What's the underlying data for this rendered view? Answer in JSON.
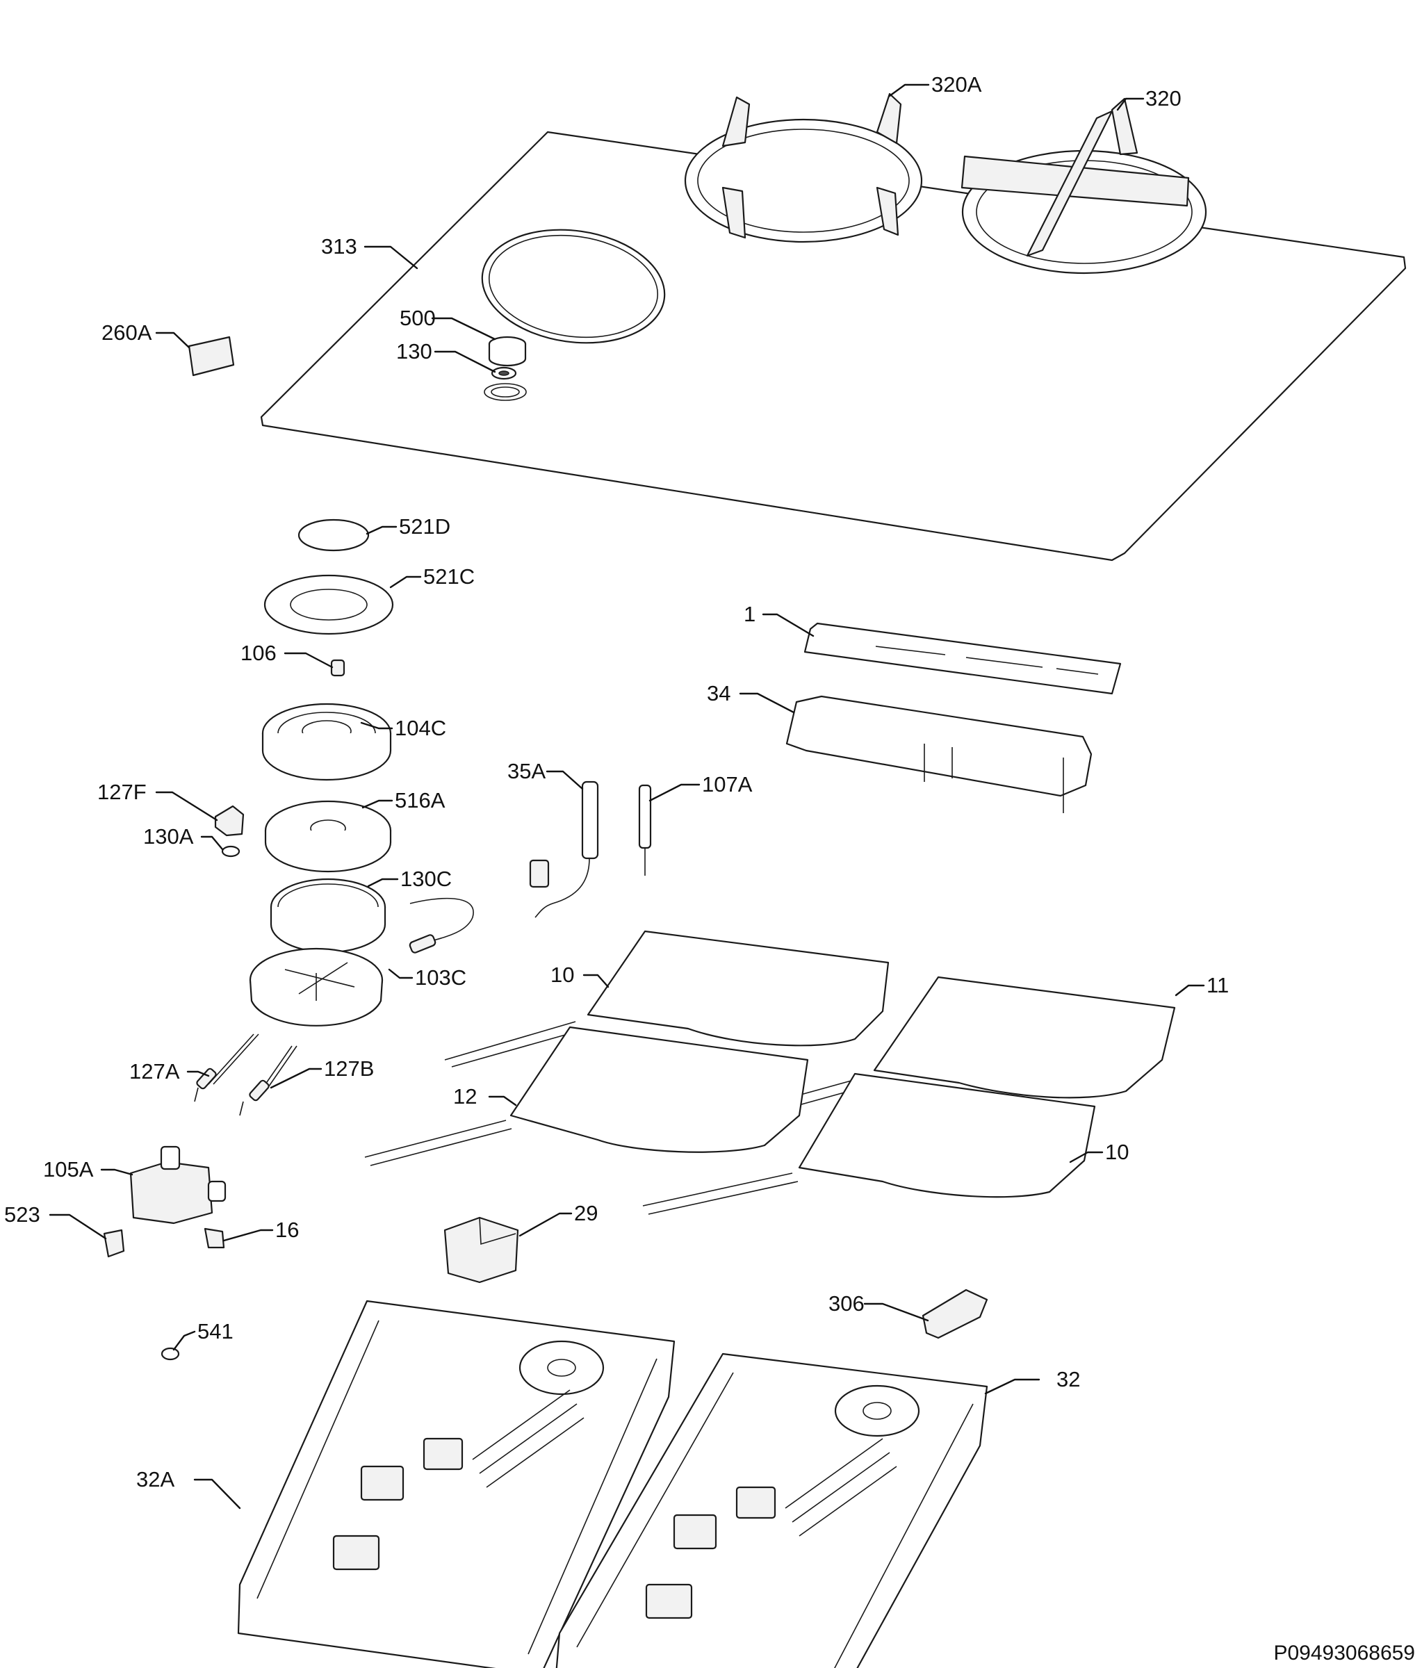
{
  "diagram": {
    "reference_code": "P09493068659",
    "labels": {
      "p320A": "320A",
      "p320": "320",
      "p313": "313",
      "p260A": "260A",
      "p500": "500",
      "p130": "130",
      "p521D": "521D",
      "p521C": "521C",
      "p106": "106",
      "p104C": "104C",
      "p127F": "127F",
      "p130A": "130A",
      "p516A": "516A",
      "p130C": "130C",
      "p103C": "103C",
      "p127A": "127A",
      "p127B": "127B",
      "p105A": "105A",
      "p523": "523",
      "p16": "16",
      "p541": "541",
      "p32A": "32A",
      "p1": "1",
      "p34": "34",
      "p35A": "35A",
      "p107A": "107A",
      "p10_top": "10",
      "p11": "11",
      "p12": "12",
      "p10_bottom": "10",
      "p29": "29",
      "p306": "306",
      "p32": "32"
    }
  }
}
